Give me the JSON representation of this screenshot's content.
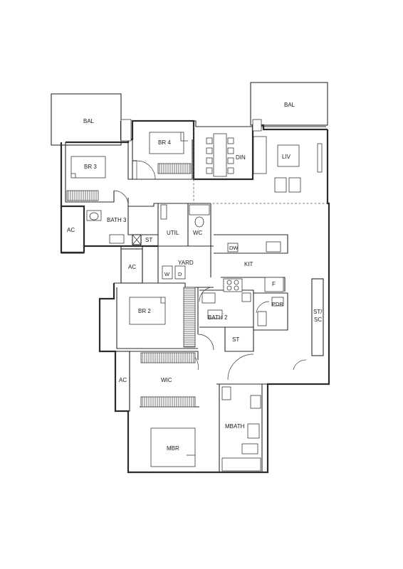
{
  "rooms": {
    "bal_left": "BAL",
    "bal_right": "BAL",
    "br4": "BR 4",
    "br3": "BR 3",
    "din": "DIN",
    "liv": "LIV",
    "ac_top": "AC",
    "bath3": "BATH 3",
    "st_top": "ST",
    "util": "UTIL",
    "wc": "WC",
    "dw": "DW",
    "ac_mid": "AC",
    "yard": "YARD",
    "w": "W",
    "d": "D",
    "kit": "KIT",
    "f": "F",
    "br2": "BR 2",
    "bath2": "BATH 2",
    "pdr": "PDR",
    "st_sc_1": "ST/",
    "st_sc_2": "SC",
    "st_mid": "ST",
    "ac_bot": "AC",
    "wic": "WIC",
    "mbath": "MBATH",
    "mbr": "MBR"
  }
}
